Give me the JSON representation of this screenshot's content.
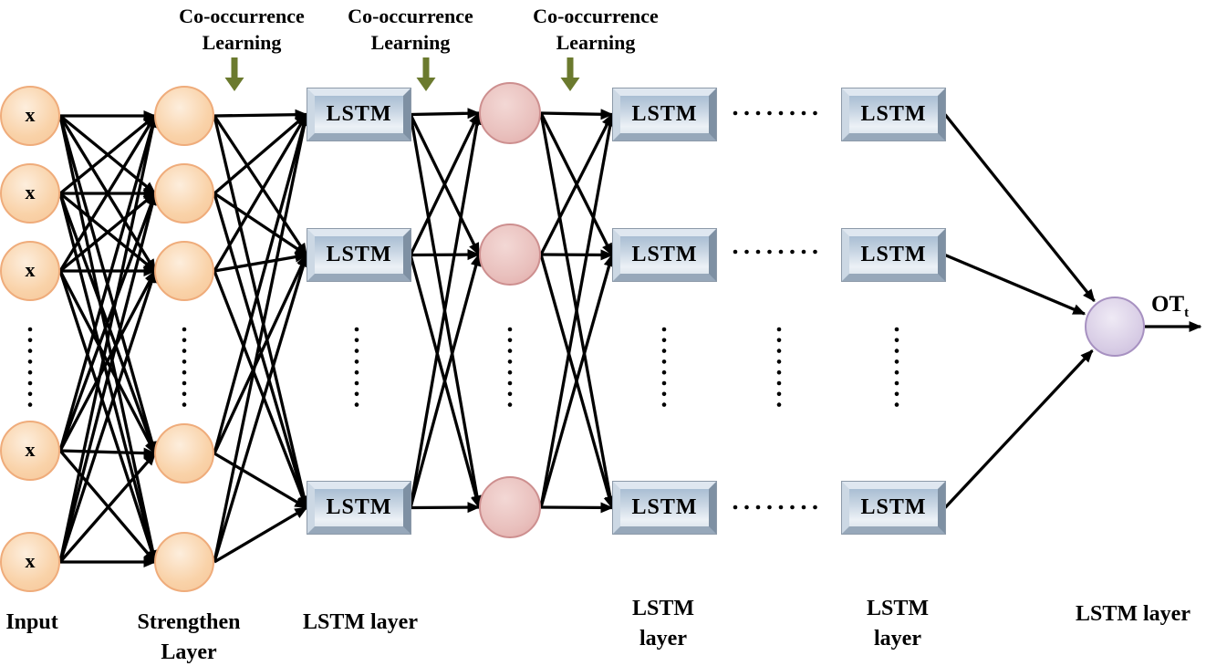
{
  "annotations": {
    "cooccurrence": [
      {
        "line1": "Co-occurrence",
        "line2": "Learning"
      },
      {
        "line1": "Co-occurrence",
        "line2": "Learning"
      },
      {
        "line1": "Co-occurrence",
        "line2": "Learning"
      }
    ]
  },
  "nodes": {
    "input_label": "x",
    "lstm_label": "LSTM",
    "input_count": 5,
    "strengthen_count": 5,
    "hidden_count": 3,
    "lstm_rows": 3,
    "lstm_columns": 3
  },
  "output": {
    "text": "OT",
    "subscript": "t"
  },
  "layer_labels": [
    {
      "line1": "Input",
      "line2": ""
    },
    {
      "line1": "Strengthen",
      "line2": "Layer"
    },
    {
      "line1": "LSTM layer",
      "line2": ""
    },
    {
      "line1": "LSTM",
      "line2": "layer"
    },
    {
      "line1": "LSTM",
      "line2": "layer"
    },
    {
      "line1": "LSTM layer",
      "line2": ""
    }
  ],
  "colors": {
    "edge": "#000000",
    "annotation_arrow": "#6b7a2e",
    "input_fill": "#f9d2a8",
    "input_stroke": "#efac7b",
    "hidden_fill": "#e9c0bd",
    "hidden_stroke": "#cd8f8f",
    "output_fill": "#d9cee6",
    "output_stroke": "#a791c1",
    "lstm_face": "#c8d5e3"
  }
}
